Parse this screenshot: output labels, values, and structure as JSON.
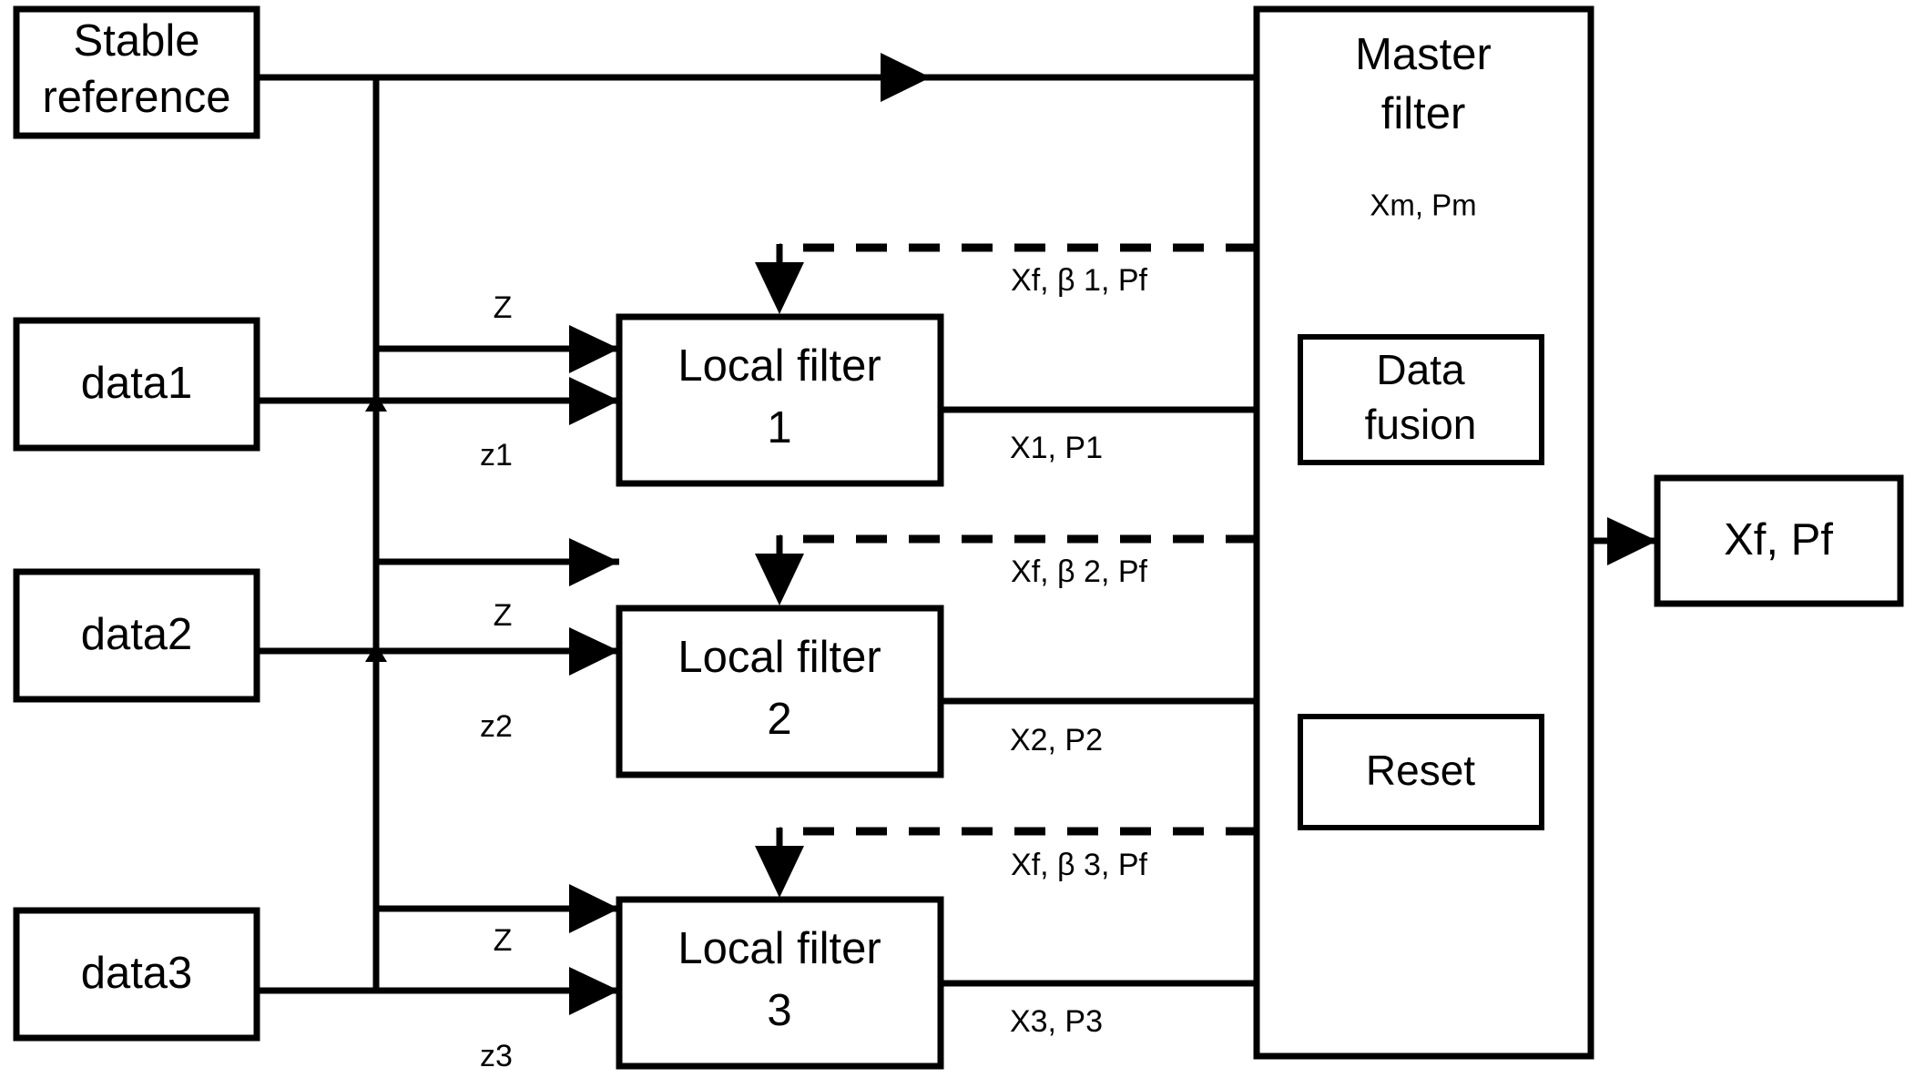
{
  "diagram": {
    "type": "federated-kalman-filter-block-diagram",
    "background_color": "#ffffff",
    "line_color": "#000000",
    "nodes": {
      "stable_reference": {
        "label_line1": "Stable",
        "label_line2": "reference"
      },
      "data1": {
        "label": "data1"
      },
      "data2": {
        "label": "data2"
      },
      "data3": {
        "label": "data3"
      },
      "local_filter_1": {
        "label_line1": "Local filter",
        "label_line2": "1"
      },
      "local_filter_2": {
        "label_line1": "Local filter",
        "label_line2": "2"
      },
      "local_filter_3": {
        "label_line1": "Local filter",
        "label_line2": "3"
      },
      "master_filter": {
        "label_line1": "Master",
        "label_line2": "filter",
        "state_label": "Xm, Pm"
      },
      "data_fusion": {
        "label_line1": "Data",
        "label_line2": "fusion"
      },
      "reset": {
        "label": "Reset"
      },
      "output": {
        "label": "Xf,  Pf"
      }
    },
    "edge_labels": {
      "z_to_lf1": "Z",
      "z_to_lf2": "Z",
      "z_to_lf3": "Z",
      "z1": "z1",
      "z2": "z2",
      "z3": "z3",
      "lf1_out": "X1, P1",
      "lf2_out": "X2, P2",
      "lf3_out": "X3, P3",
      "feedback1": "Xf,  β 1, Pf",
      "feedback2": "Xf,  β 2, Pf",
      "feedback3": "Xf,  β 3, Pf"
    }
  }
}
